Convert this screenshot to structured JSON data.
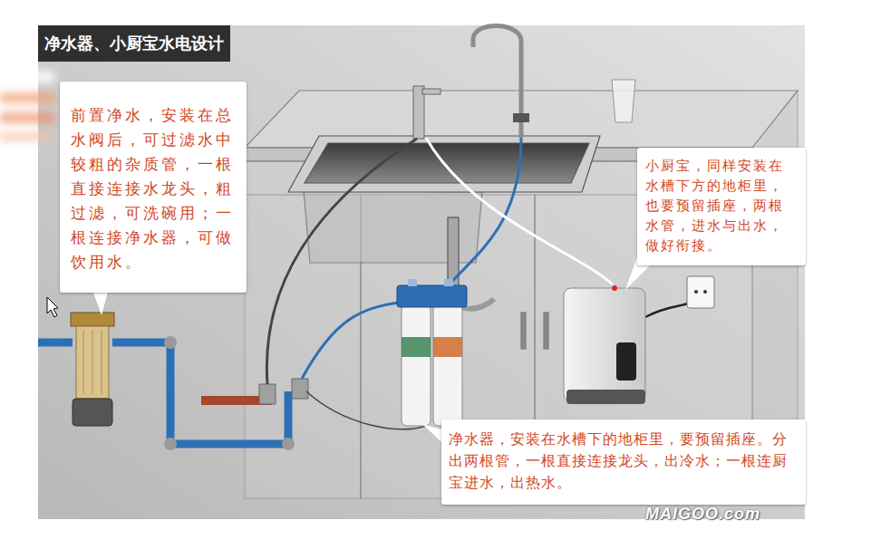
{
  "diagram": {
    "title": "净水器、小厨宝水电设计",
    "nodes": [
      {
        "text": [
          "前置净水，安装在总水阀后，可过滤水中较粗的杂质管，一根直接连接水龙头，粗过滤，可洗碗用；一根连接净水器，可做饮用水。"
        ]
      },
      {
        "text": [
          "小厨宝，同样安装在水槽下方的地柜里，也要预留插座，两根水管，进水与出水，做好衔接。"
        ]
      },
      {
        "text": [
          "净水器，安装在水槽下的地柜里，要预留插座。分出两根管，一根直接连接龙头，出冷水；一根连厨宝进水，出热水。"
        ]
      }
    ],
    "labels": [
      "MAIGOO.com"
    ]
  }
}
